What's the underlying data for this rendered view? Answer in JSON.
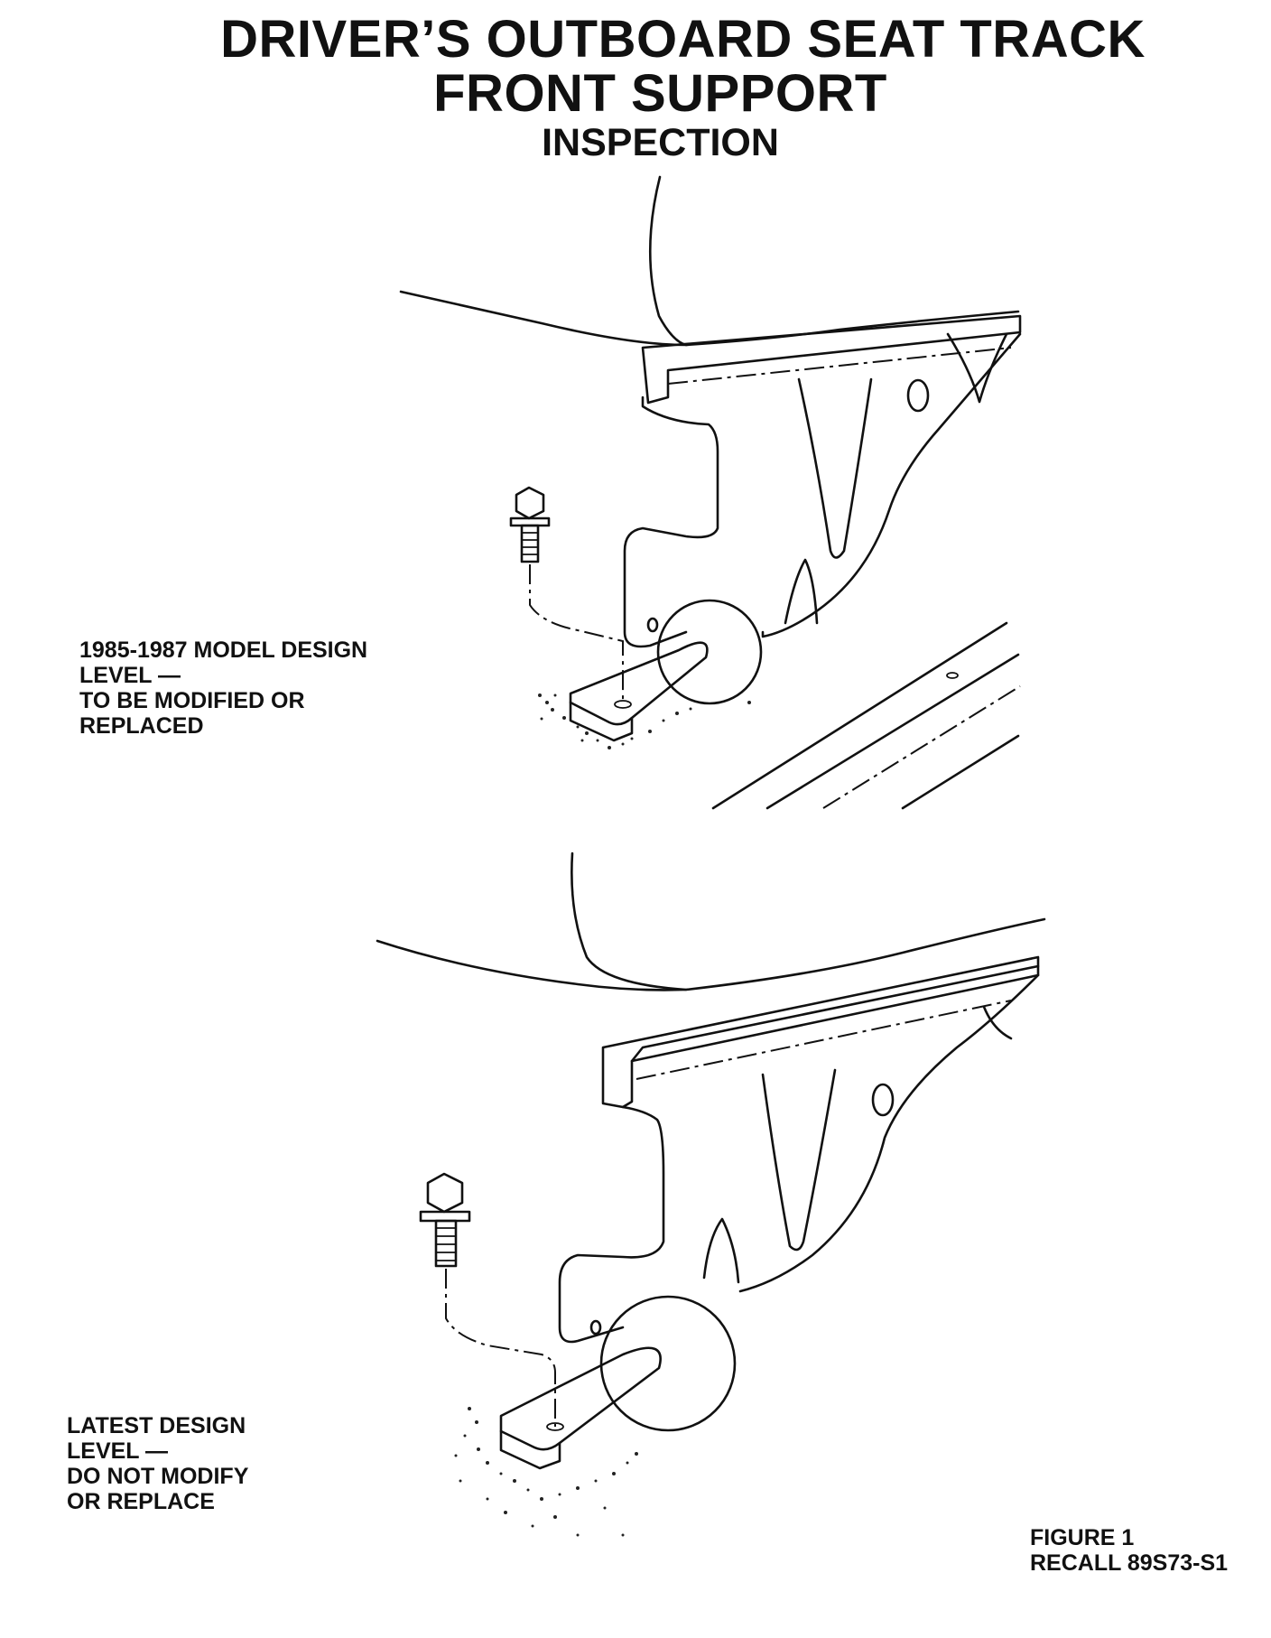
{
  "title": {
    "line1": "DRIVER’S OUTBOARD SEAT TRACK",
    "line2": "FRONT SUPPORT",
    "line3": "INSPECTION"
  },
  "panels": {
    "old_design": {
      "label_line1": "1985-1987 MODEL DESIGN",
      "label_line2": "LEVEL —",
      "label_line3": "TO BE MODIFIED OR",
      "label_line4": "REPLACED"
    },
    "new_design": {
      "label_line1": "LATEST DESIGN",
      "label_line2": "LEVEL —",
      "label_line3": "DO NOT MODIFY",
      "label_line4": "OR REPLACE"
    }
  },
  "figure": {
    "number": "FIGURE 1",
    "recall": "RECALL 89S73-S1"
  },
  "colors": {
    "ink": "#111111",
    "paper": "#ffffff"
  }
}
